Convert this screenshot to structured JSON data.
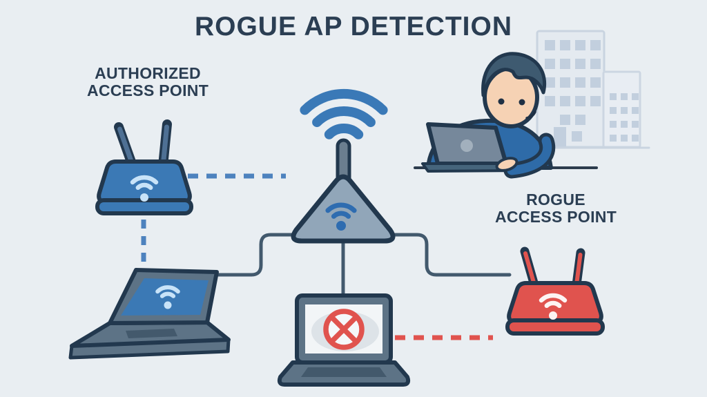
{
  "title": "ROGUE AP DETECTION",
  "nodes": {
    "authorized_ap": {
      "label_line1": "AUTHORIZED",
      "label_line2": "ACCESS POINT"
    },
    "rogue_ap": {
      "label_line1": "ROGUE",
      "label_line2": "ACCESS POINT"
    }
  },
  "colors": {
    "background": "#e9eef2",
    "heading_text": "#2b3e53",
    "authorized_blue": "#3b79b5",
    "rogue_red": "#e0534e",
    "detector_gray": "#91a6b9",
    "link_slate": "#42596d",
    "outline_navy": "#22384e",
    "wifi_blue": "#3a79b7",
    "wifi_light_blue": "#c8e3f8",
    "dashed_link_blue": "#4d82be",
    "dashed_link_red": "#e0534e",
    "blocked_red": "#e0534e"
  }
}
